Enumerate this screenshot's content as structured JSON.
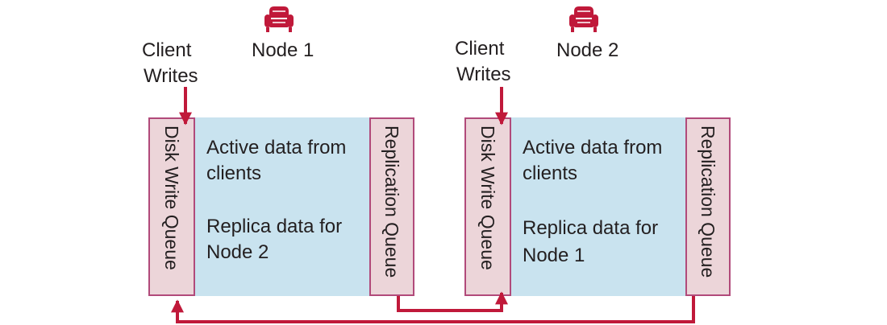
{
  "node1": {
    "title": "Node 1",
    "client_writes": [
      "Client",
      "Writes"
    ],
    "disk_queue": "Disk Write Queue",
    "replication_queue": "Replication Queue",
    "active_text": [
      "Active data from",
      "clients"
    ],
    "replica_text": [
      "Replica data for",
      "Node 2"
    ],
    "icon": "armchair-icon"
  },
  "node2": {
    "title": "Node 2",
    "client_writes": [
      "Client",
      "Writes"
    ],
    "disk_queue": "Disk Write Queue",
    "replication_queue": "Replication Queue",
    "active_text": [
      "Active data from",
      "clients"
    ],
    "replica_text": [
      "Replica data for",
      "Node 1"
    ],
    "icon": "armchair-icon"
  },
  "colors": {
    "arrow": "#c0193a",
    "queue_fill": "#ecd5d9",
    "queue_border": "#b14a7a",
    "data_fill": "#c9e3ef"
  }
}
